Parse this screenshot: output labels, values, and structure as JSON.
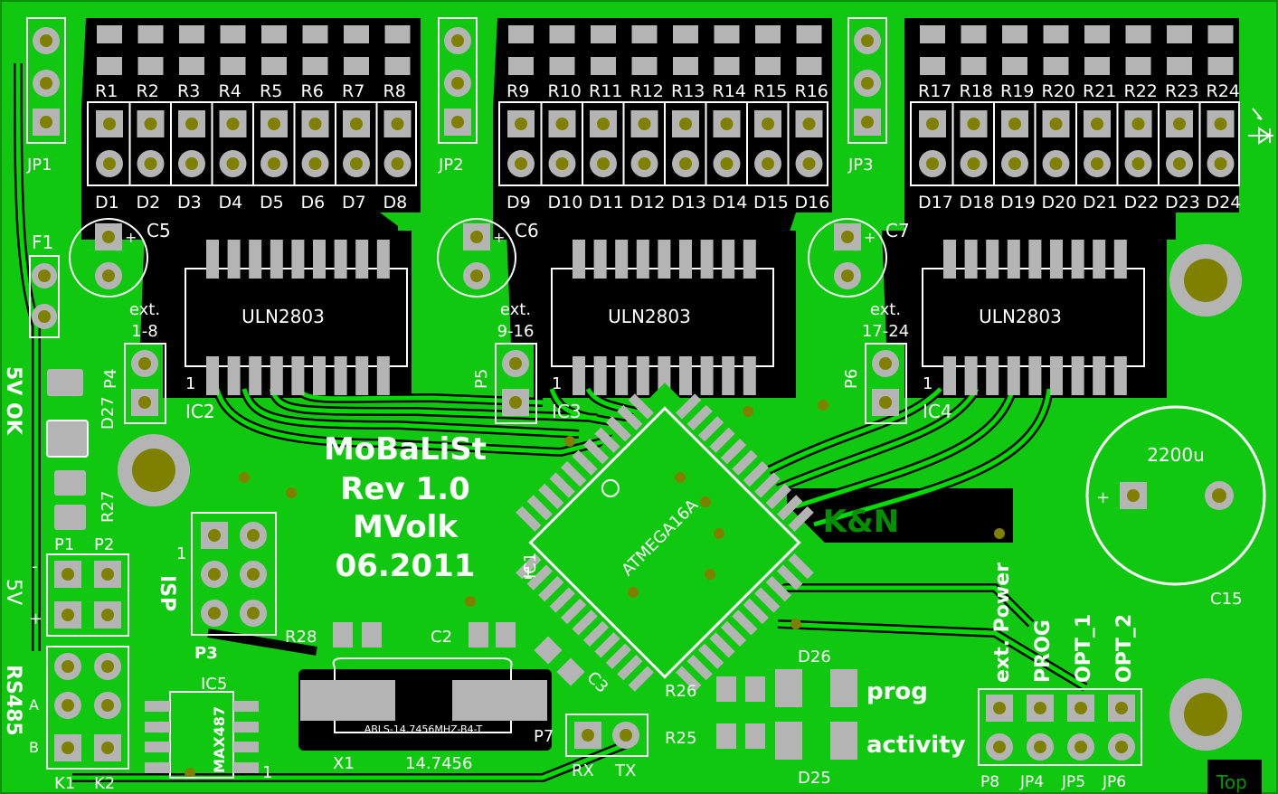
{
  "colors": {
    "board": "#11c811",
    "copper": "#0a9a0a",
    "trace": "#00d200",
    "dark": "#000000",
    "pad": "#b4b4b4",
    "hole": "#808000",
    "silk": "#ffffff",
    "copperText": "#008000"
  },
  "title": {
    "line1": "MoBaLiSt",
    "line2": "Rev 1.0",
    "line3": "MVolk",
    "line4": "06.2011"
  },
  "brand": "K&N",
  "layer_tag": "Top",
  "resistors": [
    "R1",
    "R2",
    "R3",
    "R4",
    "R5",
    "R6",
    "R7",
    "R8",
    "R9",
    "R10",
    "R11",
    "R12",
    "R13",
    "R14",
    "R15",
    "R16",
    "R17",
    "R18",
    "R19",
    "R20",
    "R21",
    "R22",
    "R23",
    "R24"
  ],
  "leds": [
    "D1",
    "D2",
    "D3",
    "D4",
    "D5",
    "D6",
    "D7",
    "D8",
    "D9",
    "D10",
    "D11",
    "D12",
    "D13",
    "D14",
    "D15",
    "D16",
    "D17",
    "D18",
    "D19",
    "D20",
    "D21",
    "D22",
    "D23",
    "D24"
  ],
  "jumpers": [
    "JP1",
    "JP2",
    "JP3"
  ],
  "drivers": [
    {
      "ref": "IC2",
      "value": "ULN2803",
      "pin1": "1",
      "cap": "C5",
      "ext": "ext.",
      "range": "1-8",
      "port": "P4"
    },
    {
      "ref": "IC3",
      "value": "ULN2803",
      "pin1": "1",
      "cap": "C6",
      "ext": "ext.",
      "range": "9-16",
      "port": "P5"
    },
    {
      "ref": "IC4",
      "value": "ULN2803",
      "pin1": "1",
      "cap": "C7",
      "ext": "ext.",
      "range": "17-24",
      "port": "P6"
    }
  ],
  "mcu": {
    "ref": "IC1",
    "value": "ATMEGA16A",
    "pin1": "1"
  },
  "fuse": "F1",
  "power": {
    "label": "5V OK",
    "led": "D27",
    "res": "R27",
    "p1": "P1",
    "p2": "P2",
    "supply": "5V",
    "minus": "-",
    "plus": "+"
  },
  "isp": {
    "label": "ISP",
    "ref": "P3",
    "pin1": "1"
  },
  "rs485": {
    "label": "RS485",
    "a": "A",
    "b": "B",
    "k1": "K1",
    "k2": "K2",
    "ic": "IC5",
    "chip": "MAX487",
    "pin1": "1"
  },
  "crystal": {
    "ref": "X1",
    "freq": "14.7456",
    "part": "ABLS-14.7456MHZ-B4-T",
    "r28": "R28",
    "c2": "C2",
    "c3": "C3"
  },
  "serial": {
    "ref": "P7",
    "rx": "RX",
    "tx": "TX"
  },
  "status": {
    "r26": "R26",
    "r25": "R25",
    "d26": "D26",
    "d25": "D25",
    "prog": "prog",
    "activity": "activity"
  },
  "cap_big": {
    "value": "2200u",
    "ref": "C15",
    "plus": "+"
  },
  "options": {
    "ext_power": "ext. Power",
    "prog": "PROG",
    "opt1": "OPT_1",
    "opt2": "OPT_2",
    "p8": "P8",
    "jp4": "JP4",
    "jp5": "JP5",
    "jp6": "JP6"
  }
}
